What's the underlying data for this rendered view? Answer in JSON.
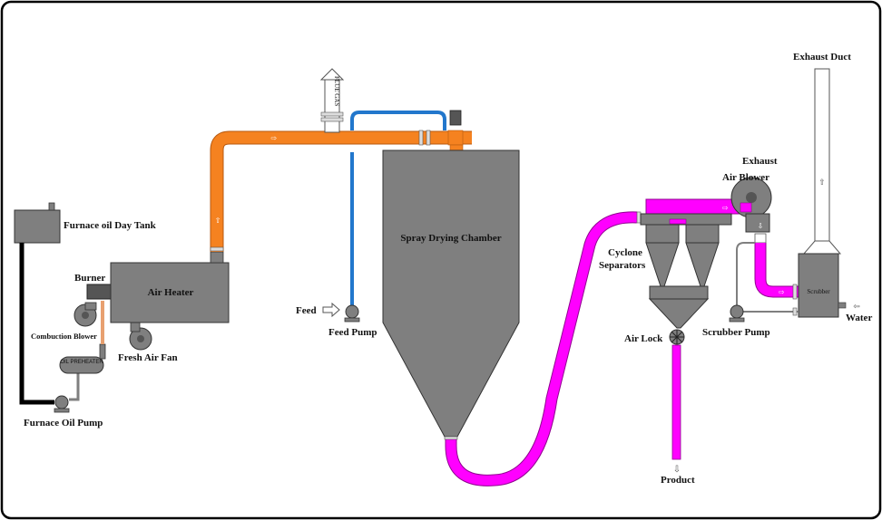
{
  "labels": {
    "day_tank": "Furnace oil Day Tank",
    "burner": "Burner",
    "air_heater": "Air Heater",
    "combustion_blower": "Combuction Blower",
    "fresh_air_fan": "Fresh Air Fan",
    "oil_preheater": "OIL PREHEATER",
    "furnace_oil_pump": "Furnace Oil Pump",
    "flue_gas": "FLUE GAS",
    "feed": "Feed",
    "feed_pump": "Feed Pump",
    "spray_drying_chamber": "Spray Drying Chamber",
    "cyclone_separators_1": "Cyclone",
    "cyclone_separators_2": "Separators",
    "air_lock": "Air Lock",
    "product": "Product",
    "exhaust_air_blower_1": "Exhaust",
    "exhaust_air_blower_2": "Air Blower",
    "exhaust_duct": "Exhaust Duct",
    "scrubber": "Scrubber",
    "scrubber_pump": "Scrubber Pump",
    "water": "Water"
  },
  "colors": {
    "hot_air_line": "#f58220",
    "feed_line": "#2277cc",
    "product_line": "#ff00ff",
    "fuel_line": "#000000",
    "equipment": "#7f7f7f",
    "oil_line": "#e8a070"
  }
}
